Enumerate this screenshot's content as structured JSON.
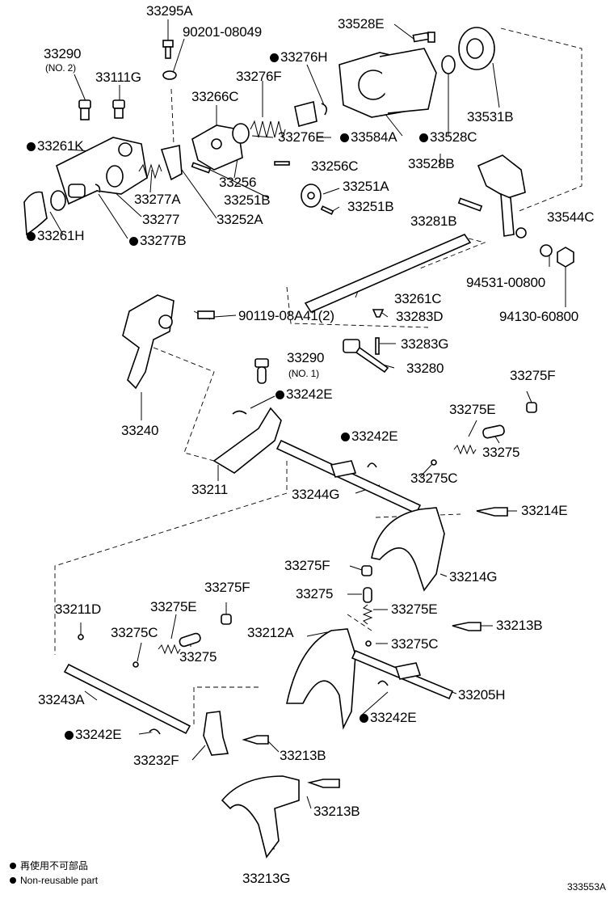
{
  "labels": {
    "l33295A": "33295A",
    "l90201": "90201-08049",
    "l33528E": "33528E",
    "l33290no2": "33290",
    "l33290no2_sub": "(NO. 2)",
    "l33276H": "33276H",
    "l33111G": "33111G",
    "l33276F": "33276F",
    "l33266C": "33266C",
    "l33531B": "33531B",
    "l33261K": "33261K",
    "l33276E": "33276E",
    "l33584A": "33584A",
    "l33528C": "33528C",
    "l33528B": "33528B",
    "l33256C": "33256C",
    "l33256": "33256",
    "l33277A": "33277A",
    "l33251B_a": "33251B",
    "l33251A": "33251A",
    "l33251B_b": "33251B",
    "l33281B": "33281B",
    "l33544C": "33544C",
    "l33277": "33277",
    "l33252A": "33252A",
    "l33261H": "33261H",
    "l33277B": "33277B",
    "l94531": "94531-00800",
    "l33261C": "33261C",
    "l90119": "90119-08A41(2)",
    "l33283D": "33283D",
    "l94130": "94130-60800",
    "l33283G": "33283G",
    "l33290no1": "33290",
    "l33290no1_sub": "(NO. 1)",
    "l33280": "33280",
    "l33275F_a": "33275F",
    "l33242E_a": "33242E",
    "l33275E_a": "33275E",
    "l33240": "33240",
    "l33242E_b": "33242E",
    "l33275_a": "33275",
    "l33275C_a": "33275C",
    "l33211": "33211",
    "l33244G": "33244G",
    "l33214E": "33214E",
    "l33275F_b": "33275F",
    "l33214G": "33214G",
    "l33275_b": "33275",
    "l33275F_c": "33275F",
    "l33275E_b": "33275E",
    "l33211D": "33211D",
    "l33275E_c": "33275E",
    "l33213B_a": "33213B",
    "l33275C_b": "33275C",
    "l33212A": "33212A",
    "l33275C_c": "33275C",
    "l33275_c": "33275",
    "l33205H": "33205H",
    "l33243A": "33243A",
    "l33242E_c": "33242E",
    "l33242E_d": "33242E",
    "l33213B_b": "33213B",
    "l33232F": "33232F",
    "l33213B_c": "33213B",
    "l33213G": "33213G"
  },
  "legend": {
    "line1": "再使用不可部品",
    "line2": "Non-reusable part"
  },
  "catalog_id": "333553A"
}
